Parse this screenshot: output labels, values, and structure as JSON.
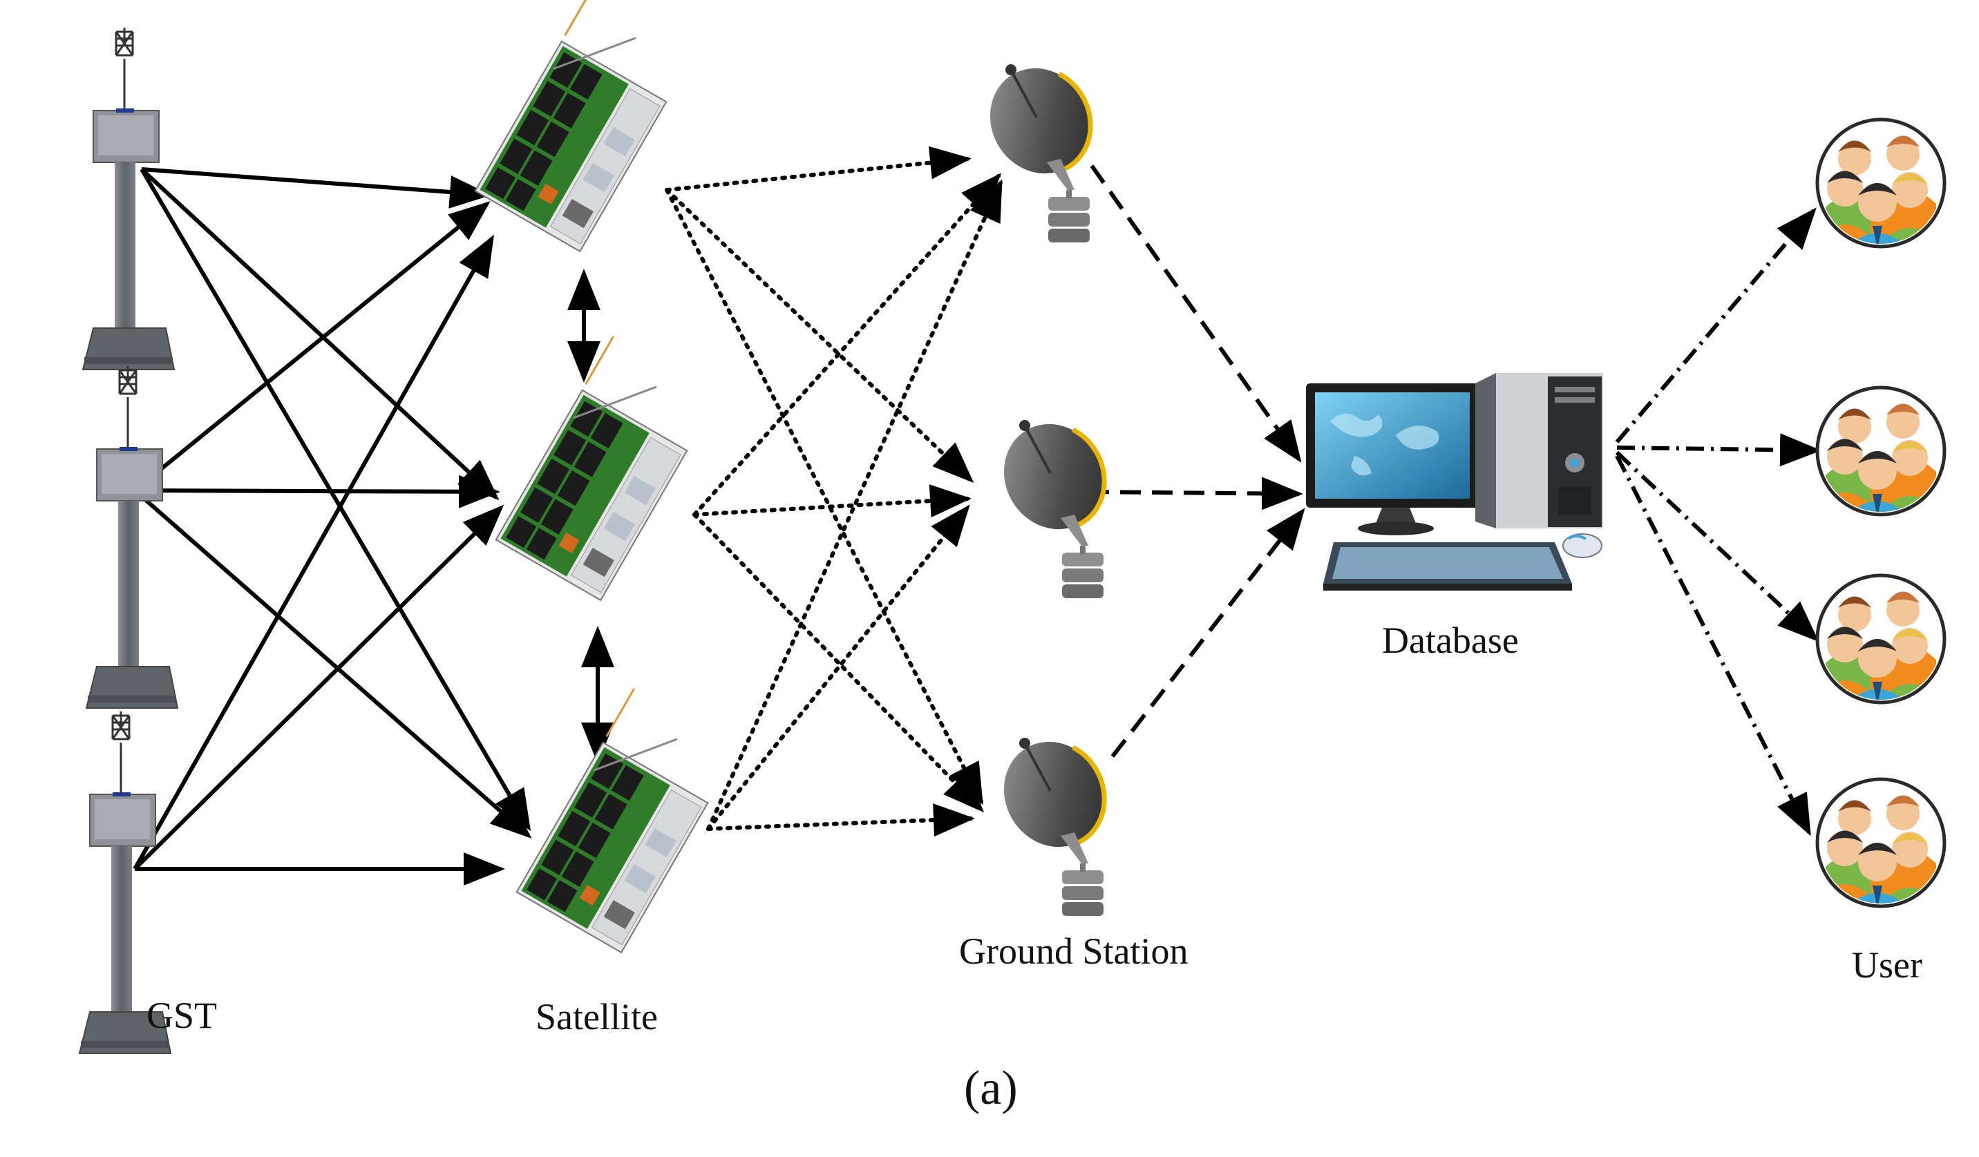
{
  "labels": {
    "gst": "GST",
    "satellite": "Satellite",
    "ground_station": "Ground Station",
    "database": "Database",
    "user": "User",
    "panel": "(a)"
  },
  "colors": {
    "line": "#000000",
    "panel_green": "#2f7d2a",
    "panel_dark": "#1b1b1b",
    "dish_rim": "#e7b400",
    "dish_body": "#5b5b5b",
    "tower_gray": "#6f7478",
    "screen_blue": "#2a7fb0",
    "user_orange": "#f28c1e",
    "user_green": "#7ab648",
    "user_blue": "#3aa6d9"
  },
  "icons": {
    "gst": "ground-sensor-terminal-icon",
    "satellite": "cubesat-icon",
    "ground_station": "satellite-dish-icon",
    "database": "desktop-computer-icon",
    "user": "user-group-icon"
  },
  "links": {
    "gst_to_satellite": "solid",
    "satellite_to_satellite": "solid-double-arrow",
    "satellite_to_ground_station": "dotted",
    "ground_station_to_database": "dashed",
    "database_to_user": "dash-dot"
  }
}
